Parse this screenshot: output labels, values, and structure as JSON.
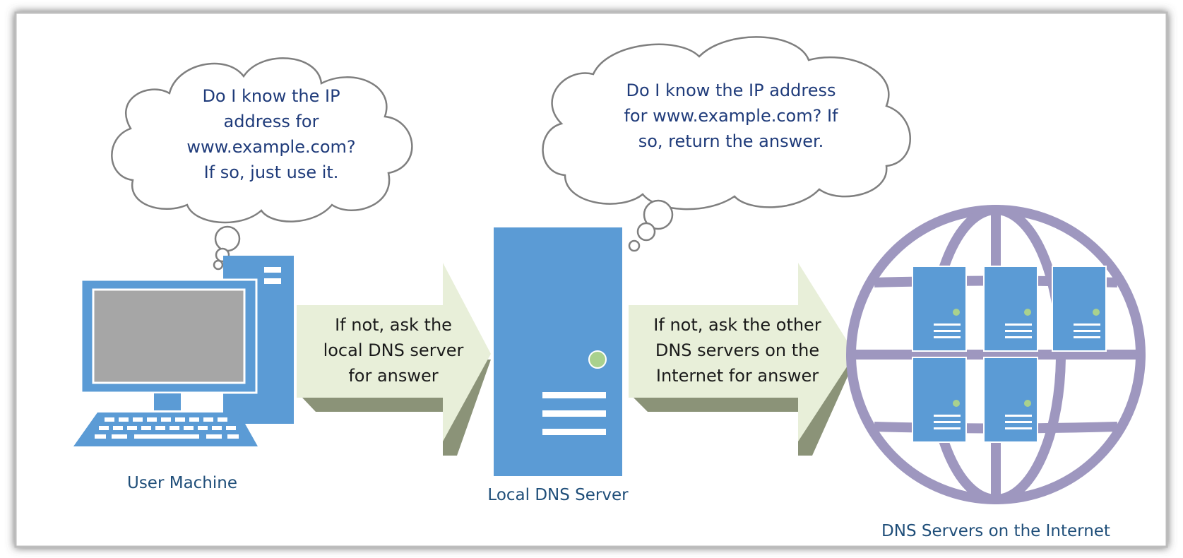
{
  "user_thought": {
    "lines": [
      "Do I know the IP",
      "address for",
      "www.example.com?",
      "If so, just use it."
    ]
  },
  "server_thought": {
    "lines": [
      "Do I know the IP address",
      "for www.example.com? If",
      "so, return the answer."
    ]
  },
  "arrow_local": {
    "lines": [
      "If not, ask the",
      "local DNS server",
      "for answer"
    ]
  },
  "arrow_internet": {
    "lines": [
      "If not, ask the other",
      "DNS servers on the",
      "Internet for answer"
    ]
  },
  "labels": {
    "user_machine": "User Machine",
    "local_dns_server": "Local DNS Server",
    "internet_servers": "DNS Servers on the Internet"
  },
  "colors": {
    "device_blue": "#5b9bd5",
    "screen_gray": "#a6a6a6",
    "globe_purple": "#9e97bf",
    "arrow_fill": "#e8efd9",
    "arrow_shadow": "#8b9378",
    "led_green": "#a9d18e",
    "text_navy": "#1f3b7a"
  },
  "icons": {
    "user": "desktop-computer-icon",
    "local": "server-tower-icon",
    "internet": "globe-with-servers-icon"
  }
}
